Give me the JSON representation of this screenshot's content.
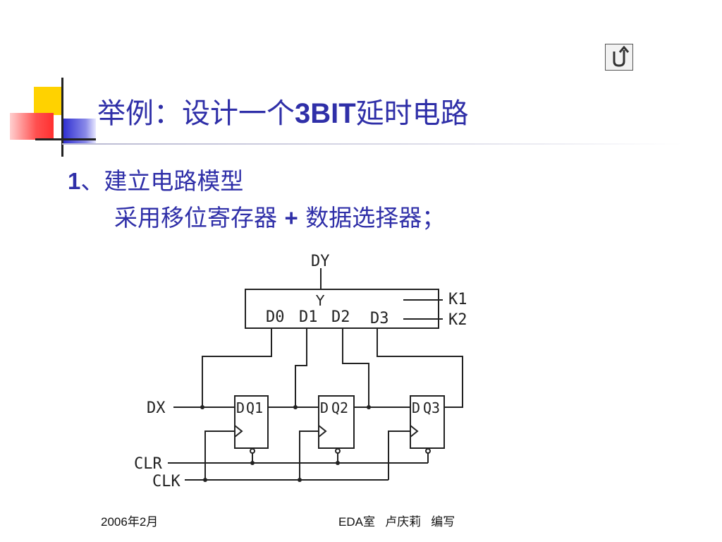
{
  "slide": {
    "title_pre": "举例：设计一个",
    "title_bold": "3BIT",
    "title_post": "延时电路",
    "section_number": "1",
    "section_text": "、建立电路模型",
    "line2_pre": "采用移位寄存器 ",
    "line2_plus": "+",
    "line2_post": " 数据选择器；"
  },
  "diagram": {
    "mux_output": "DY",
    "mux_y": "Y",
    "mux_inputs": [
      "D0",
      "D1",
      "D2",
      "D3"
    ],
    "selects": [
      "K1",
      "K2"
    ],
    "dx": "DX",
    "clr": "CLR",
    "clk": "CLK",
    "flipflops": [
      {
        "d": "D",
        "q": "Q1"
      },
      {
        "d": "D",
        "q": "Q2"
      },
      {
        "d": "D",
        "q": "Q3"
      }
    ]
  },
  "footer": {
    "date": "2006年2月",
    "author": "EDA室   卢庆莉   编写"
  },
  "icons": {
    "back": "return-arrow-icon"
  },
  "colors": {
    "title": "#2f2fa8",
    "deco_yellow": "#ffd200",
    "deco_blue": "#3030d0",
    "deco_red": "#ff4040"
  }
}
